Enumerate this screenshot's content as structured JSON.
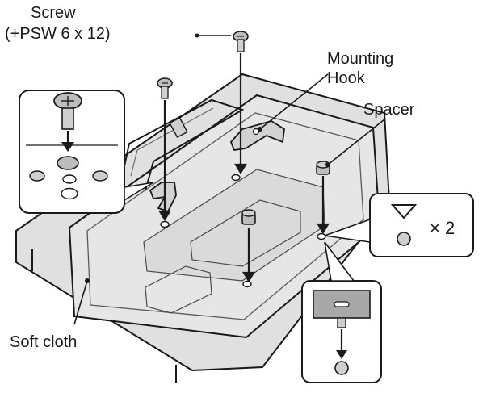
{
  "labels": {
    "screw": "Screw",
    "screw_spec": "(+PSW 6 x 12)",
    "mounting_hook_line1": "Mounting",
    "mounting_hook_line2": "Hook",
    "spacer": "Spacer",
    "soft_cloth": "Soft cloth",
    "spacer_count": "× 2"
  },
  "colors": {
    "line": "#1a1a1a",
    "panel_fill": "#dcdcdc",
    "panel_dark": "#a8a8a8",
    "background": "#ffffff"
  }
}
